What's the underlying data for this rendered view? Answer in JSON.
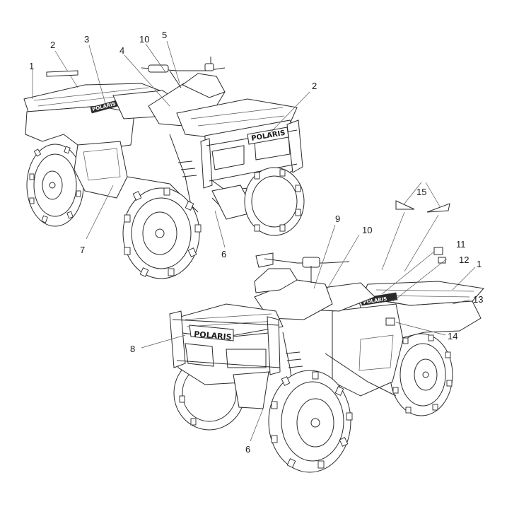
{
  "callouts": [
    {
      "id": "c1a",
      "label": "1"
    },
    {
      "id": "c2a",
      "label": "2"
    },
    {
      "id": "c3",
      "label": "3"
    },
    {
      "id": "c10a",
      "label": "10"
    },
    {
      "id": "c5",
      "label": "5"
    },
    {
      "id": "c4",
      "label": "4"
    },
    {
      "id": "c2b",
      "label": "2"
    },
    {
      "id": "c7",
      "label": "7"
    },
    {
      "id": "c6a",
      "label": "6"
    },
    {
      "id": "c15",
      "label": "15"
    },
    {
      "id": "c9",
      "label": "9"
    },
    {
      "id": "c10b",
      "label": "10"
    },
    {
      "id": "c11",
      "label": "11"
    },
    {
      "id": "c12",
      "label": "12"
    },
    {
      "id": "c1b",
      "label": "1"
    },
    {
      "id": "c13",
      "label": "13"
    },
    {
      "id": "c14",
      "label": "14"
    },
    {
      "id": "c8",
      "label": "8"
    },
    {
      "id": "c6b",
      "label": "6"
    }
  ],
  "brand_decals": {
    "side": "POLARIS",
    "front": "POLARIS"
  }
}
